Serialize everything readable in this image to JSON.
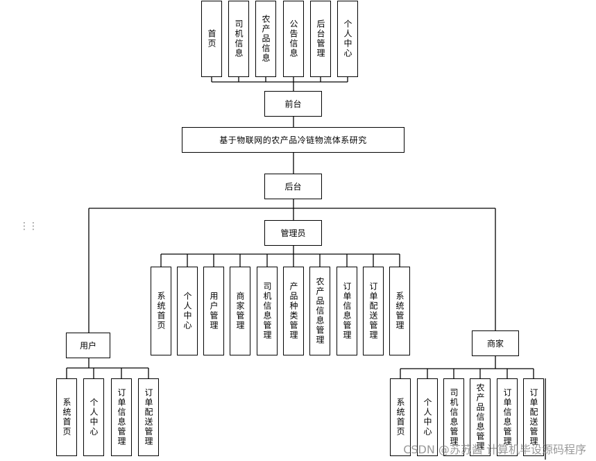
{
  "top_modules": [
    "首页",
    "司机信息",
    "农产品信息",
    "公告信息",
    "后台管理",
    "个人中心"
  ],
  "frontend": "前台",
  "system_title": "基于物联网的农产品冷链物流体系研究",
  "backend": "后台",
  "admin": {
    "label": "管理员",
    "modules": [
      "系统首页",
      "个人中心",
      "用户管理",
      "商家管理",
      "司机信息管理",
      "产品种类管理",
      "农产品信息管理",
      "订单信息管理",
      "订单配送管理",
      "系统管理"
    ]
  },
  "user": {
    "label": "用户",
    "modules": [
      "系统首页",
      "个人中心",
      "订单信息管理",
      "订单配送管理"
    ]
  },
  "merchant": {
    "label": "商家",
    "modules": [
      "系统首页",
      "个人中心",
      "司机信息管理",
      "农产品信息管理",
      "订单信息管理",
      "订单配送管理"
    ]
  },
  "watermark": "CSDN @苏苏酱 计算机毕设源码程序"
}
